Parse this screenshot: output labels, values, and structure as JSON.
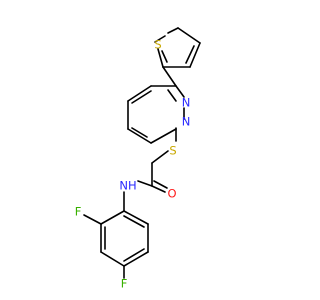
{
  "atoms": {
    "thiophene_s": {
      "text": "S",
      "color": "#c8a800"
    },
    "pyridazine_n1": {
      "text": "N",
      "color": "#2a2aff"
    },
    "pyridazine_n2": {
      "text": "N",
      "color": "#2a2aff"
    },
    "thioether_s": {
      "text": "S",
      "color": "#c8a800"
    },
    "carbonyl_o": {
      "text": "O",
      "color": "#ff1a1a"
    },
    "amide_nh": {
      "text": "NH",
      "color": "#2a2aff"
    },
    "fluorine_ortho": {
      "text": "F",
      "color": "#38b000"
    },
    "fluorine_para": {
      "text": "F",
      "color": "#38b000"
    }
  }
}
